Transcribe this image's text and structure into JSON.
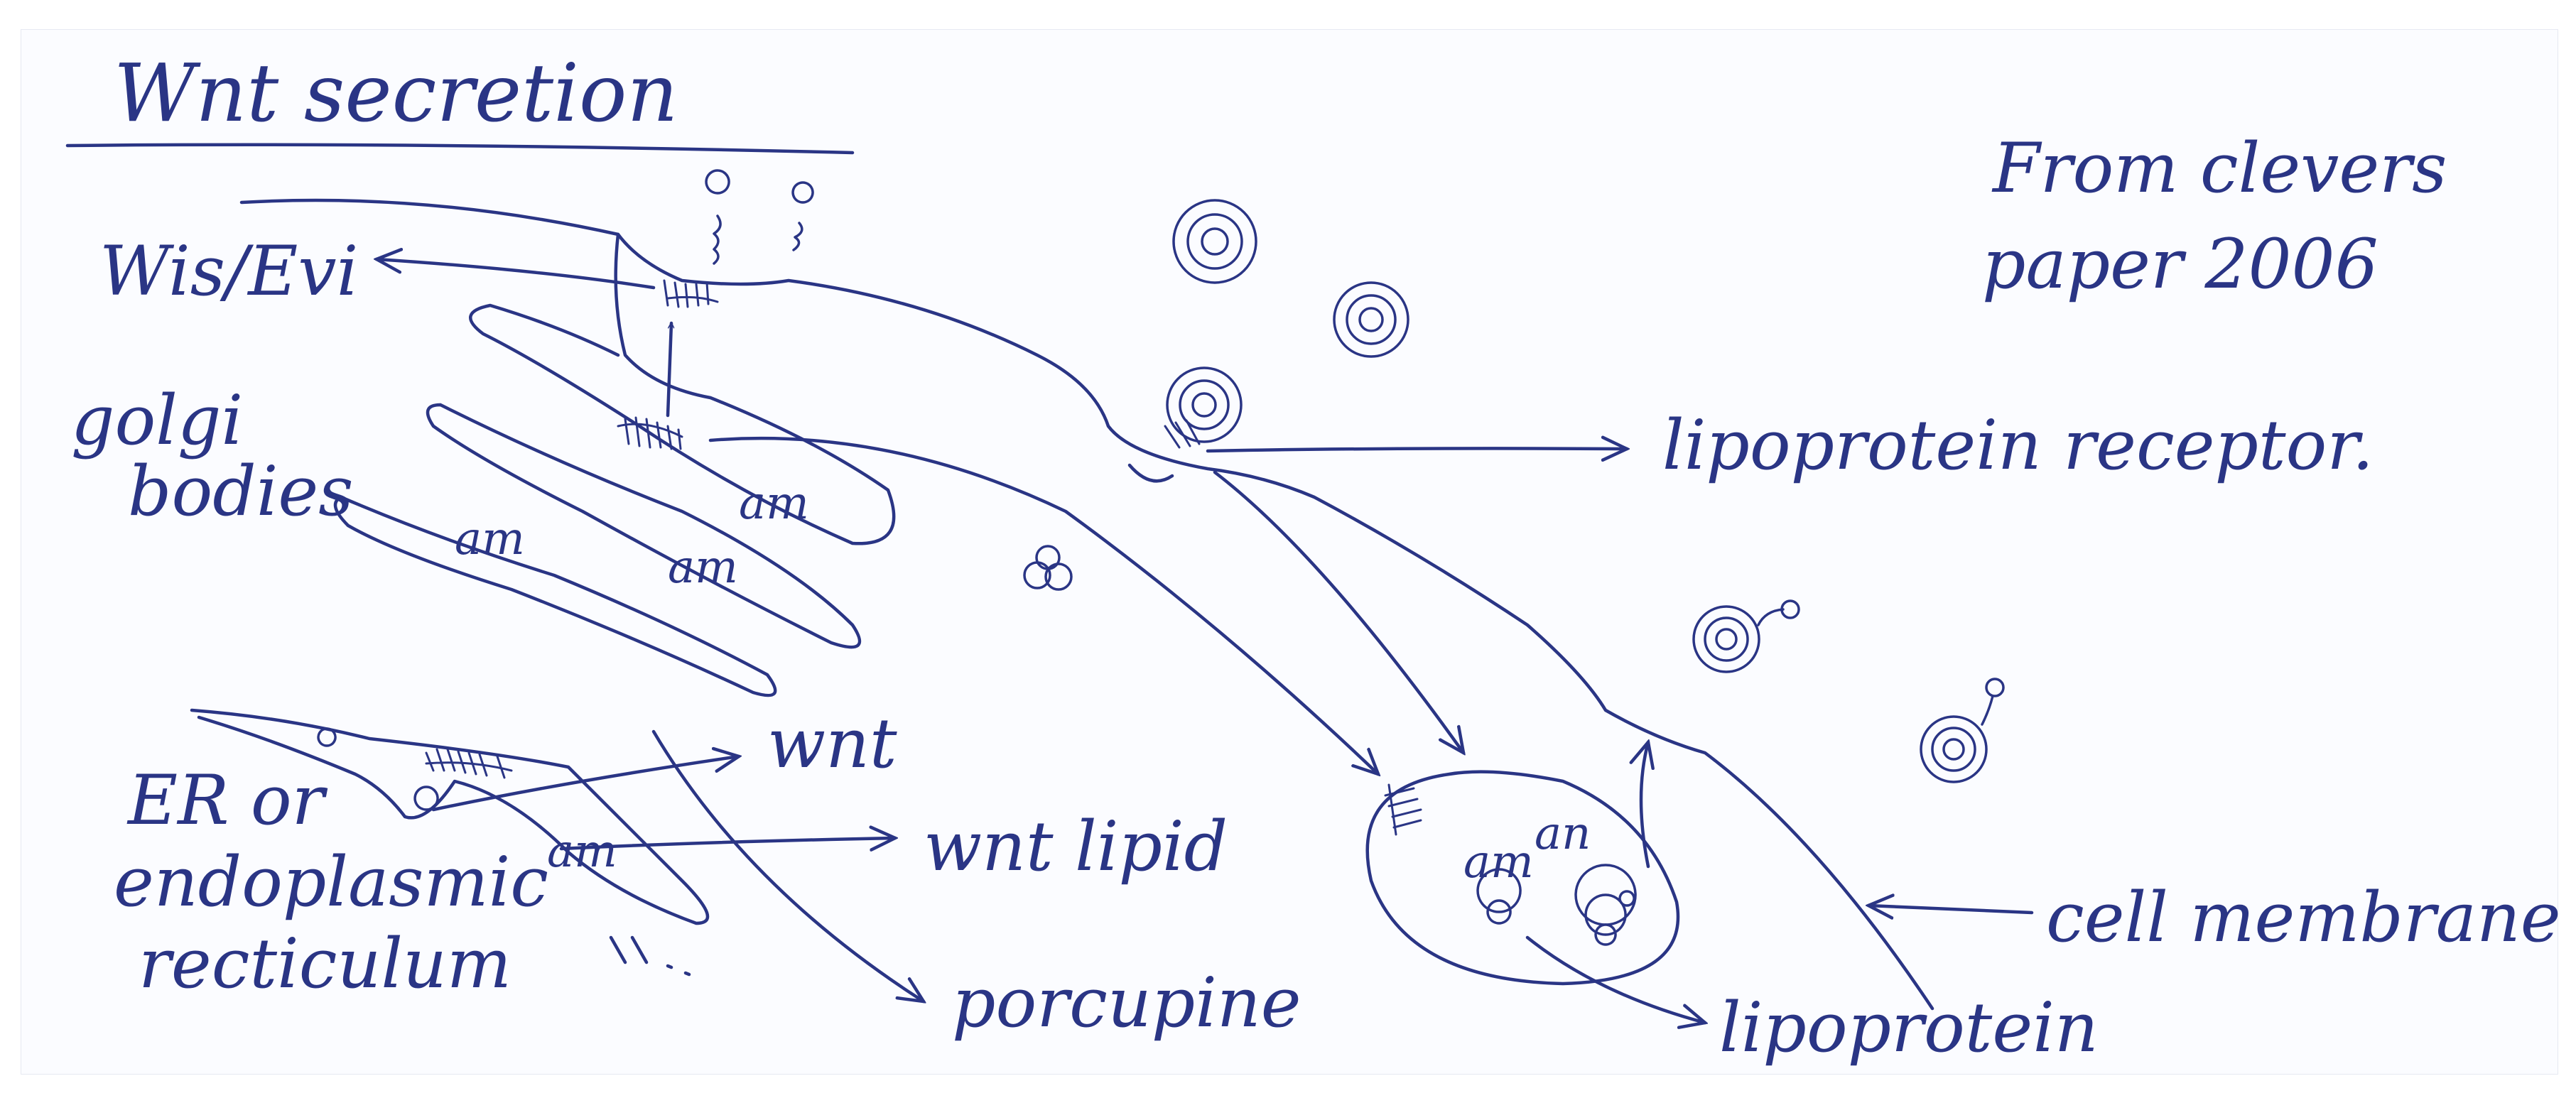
{
  "title": "Wnt secretion",
  "note": {
    "line1": "From clevers",
    "line2": "paper 2006"
  },
  "labels": {
    "wis_evi": "Wis/Evi",
    "golgi_1": "golgi",
    "golgi_2": "bodies",
    "er_1": "ER or",
    "er_2": "endoplasmic",
    "er_3": "recticulum",
    "wnt": "wnt",
    "wnt_lipid": "wnt lipid",
    "porcupine": "porcupine",
    "lipoprotein_receptor": "lipoprotein receptor.",
    "cell_membrane": "cell membrane",
    "lipoprotein": "lipoprotein"
  },
  "colors": {
    "ink": "#2a3585",
    "paper": "#fbfcff"
  }
}
